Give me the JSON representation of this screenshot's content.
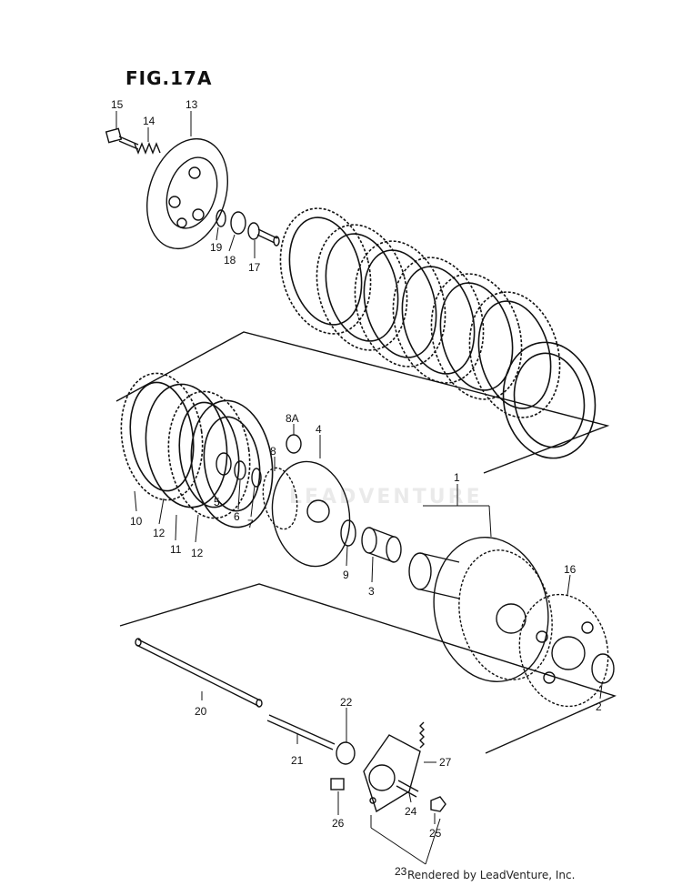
{
  "figure": {
    "title": "FIG.17A"
  },
  "watermark": "LEADVENTURE",
  "credit": "Rendered by LeadVenture, Inc.",
  "callouts": [
    "15",
    "14",
    "13",
    "19",
    "18",
    "17",
    "8A",
    "4",
    "8",
    "1",
    "10",
    "12",
    "11",
    "12",
    "5",
    "6",
    "7",
    "9",
    "3",
    "16",
    "2",
    "20",
    "22",
    "21",
    "27",
    "24",
    "26",
    "25",
    "23"
  ]
}
